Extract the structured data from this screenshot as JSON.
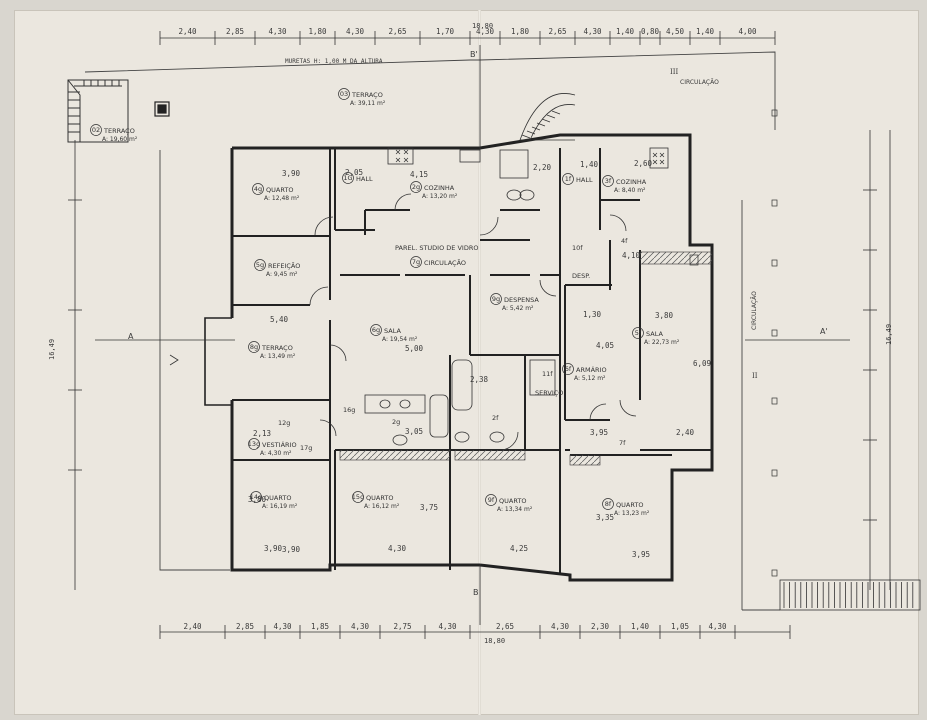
{
  "plan": {
    "top_dims": [
      "2,40",
      "2,85",
      "4,30",
      "1,80",
      "4,30",
      "2,65",
      "1,70",
      "4,30",
      "1,80",
      "2,65",
      "4,30",
      "1,40",
      "0,80",
      "4,50",
      "1,40",
      "4,00"
    ],
    "bottom_dims": [
      "2,40",
      "2,85",
      "4,30",
      "1,85",
      "4,30",
      "2,75",
      "4,30",
      "2,65",
      "4,30",
      "2,30",
      "1,40",
      "1,05",
      "4,30"
    ],
    "bottom_total": "18,80",
    "top_total": "18,80",
    "top_note": "MURETAS H: 1,00 M DA ALTURA",
    "circulation_top": "CIRCULAÇÃO",
    "circulation_right": "CIRCULAÇÃO",
    "section_marks": {
      "a": "A",
      "a_prime": "A'",
      "b": "B",
      "b_prime": "B'"
    },
    "right_roman_top": "III",
    "right_roman_mid": "II",
    "right_total": "16,49",
    "left_total": "16,49",
    "rooms": [
      {
        "id": "terraco-top",
        "num": "03",
        "name": "TERRAÇO",
        "area": "A: 39,11 m²"
      },
      {
        "id": "terraco-corner",
        "num": "02",
        "name": "TERRAÇO",
        "area": "A: 19,60 m²"
      },
      {
        "id": "quarto-4g",
        "num": "4g",
        "name": "QUARTO",
        "area": "A: 12,48 m²"
      },
      {
        "id": "cozinha-2g",
        "num": "2g",
        "name": "COZINHA",
        "area": "A: 13,20 m²"
      },
      {
        "id": "hall-1g",
        "num": "1G",
        "name": "HALL",
        "area": ""
      },
      {
        "id": "refeicao-5g",
        "num": "5g",
        "name": "REFEIÇÃO",
        "area": "A: 9,45 m²"
      },
      {
        "id": "terraco-mid",
        "num": "8g",
        "name": "TERRAÇO",
        "area": "A: 13,49 m²"
      },
      {
        "id": "sala-6g",
        "num": "6g",
        "name": "SALA",
        "area": "A: 19,54 m²"
      },
      {
        "id": "circulacao",
        "num": "7g",
        "name": "CIRCULAÇÃO",
        "area": ""
      },
      {
        "id": "despensa-9g",
        "num": "9g",
        "name": "DESPENSA",
        "area": "A: 5,42 m²"
      },
      {
        "id": "vestiario",
        "num": "13g",
        "name": "VESTIÁRIO",
        "area": "A: 4,30 m²"
      },
      {
        "id": "quarto-14g",
        "num": "14g",
        "name": "QUARTO",
        "area": "A: 16,19 m²"
      },
      {
        "id": "quarto-15g",
        "num": "15g",
        "name": "QUARTO",
        "area": "A: 16,12 m²"
      },
      {
        "id": "quarto-9f",
        "num": "9f",
        "name": "QUARTO",
        "area": "A: 13,34 m²"
      },
      {
        "id": "cozinha-3f",
        "num": "3f",
        "name": "COZINHA",
        "area": "A: 8,40 m²"
      },
      {
        "id": "hall-1f",
        "num": "1f",
        "name": "HALL",
        "area": ""
      },
      {
        "id": "sala-5f",
        "num": "5f",
        "name": "SALA",
        "area": "A: 22,73 m²"
      },
      {
        "id": "armario-6f",
        "num": "6f",
        "name": "ARMÁRIO",
        "area": "A: 5,12 m²"
      },
      {
        "id": "quarto-8f",
        "num": "8f",
        "name": "QUARTO",
        "area": "A: 13,23 m²"
      }
    ],
    "inner_dims": [
      "3,90",
      "2,05",
      "4,15",
      "3,90",
      "2,20",
      "1,40",
      "2,60",
      "3,80",
      "5,40",
      "5,00",
      "3,90",
      "4,30",
      "4,25",
      "3,95",
      "3,95",
      "2,40",
      "3,05",
      "2,13",
      "4,10",
      "1,30",
      "4,05",
      "6,09",
      "3,80",
      "3,35",
      "3,75",
      "2,38"
    ],
    "misc_labels": [
      "DESP.",
      "SERVIÇO",
      "2g",
      "2f",
      "4f",
      "7f",
      "11f",
      "10f",
      "16g",
      "12g",
      "17g",
      "PAREL. STUDIO DE VIDRO"
    ]
  }
}
